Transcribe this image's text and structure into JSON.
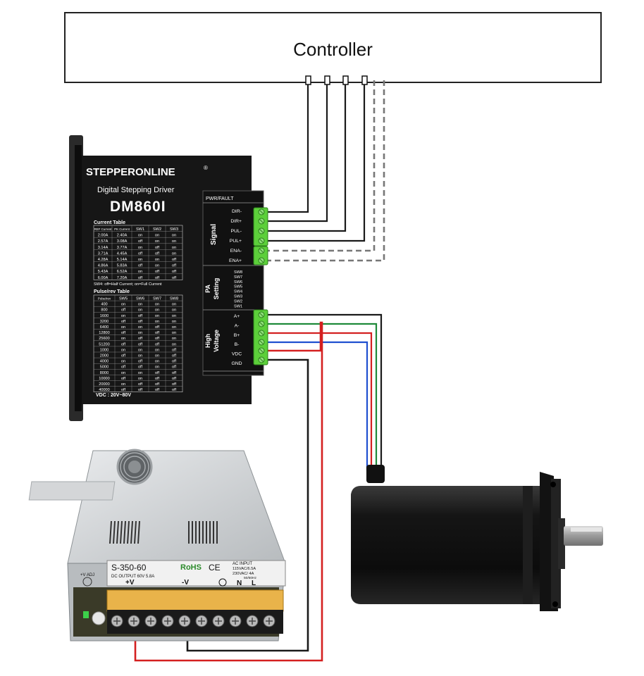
{
  "controller": {
    "label": "Controller"
  },
  "driver": {
    "brand": "STEPPERONLINE",
    "registered": "®",
    "subtitle": "Digital Stepping Driver",
    "model": "DM860I",
    "current_table_title": "Current Table",
    "current_headers": [
      "REF Current",
      "PK Current",
      "SW1",
      "SW2",
      "SW3"
    ],
    "current_rows": [
      [
        "2.00A",
        "2.40A",
        "on",
        "on",
        "on"
      ],
      [
        "2.57A",
        "3.08A",
        "off",
        "on",
        "on"
      ],
      [
        "3.14A",
        "3.77A",
        "on",
        "off",
        "on"
      ],
      [
        "3.71A",
        "4.45A",
        "off",
        "off",
        "on"
      ],
      [
        "4.28A",
        "5.14A",
        "on",
        "on",
        "off"
      ],
      [
        "4.86A",
        "5.83A",
        "off",
        "on",
        "off"
      ],
      [
        "5.43A",
        "6.52A",
        "on",
        "off",
        "off"
      ],
      [
        "6.00A",
        "7.20A",
        "off",
        "off",
        "off"
      ]
    ],
    "sw4_note": "SW4: off=Half Current; on=Full Current",
    "pulse_table_title": "Pulse/rev Table",
    "pulse_headers": [
      "Pulse/rev",
      "SW5",
      "SW6",
      "SW7",
      "SW8"
    ],
    "pulse_rows": [
      [
        "400",
        "on",
        "on",
        "on",
        "on"
      ],
      [
        "800",
        "off",
        "on",
        "on",
        "on"
      ],
      [
        "1600",
        "on",
        "off",
        "on",
        "on"
      ],
      [
        "3200",
        "off",
        "off",
        "on",
        "on"
      ],
      [
        "6400",
        "on",
        "on",
        "off",
        "on"
      ],
      [
        "12800",
        "off",
        "on",
        "off",
        "on"
      ],
      [
        "25600",
        "on",
        "off",
        "off",
        "on"
      ],
      [
        "51200",
        "off",
        "off",
        "off",
        "on"
      ],
      [
        "1000",
        "on",
        "on",
        "on",
        "off"
      ],
      [
        "2000",
        "off",
        "on",
        "on",
        "off"
      ],
      [
        "4000",
        "on",
        "off",
        "on",
        "off"
      ],
      [
        "5000",
        "off",
        "off",
        "on",
        "off"
      ],
      [
        "8000",
        "on",
        "on",
        "off",
        "off"
      ],
      [
        "10000",
        "off",
        "on",
        "off",
        "off"
      ],
      [
        "20000",
        "on",
        "off",
        "off",
        "off"
      ],
      [
        "40000",
        "off",
        "off",
        "off",
        "off"
      ]
    ],
    "vdc": "VDC : 20V~80V",
    "pwr_fault": "PWR/FAULT",
    "signal_label": "Signal",
    "signal_pins": [
      "DIR-",
      "DIR+",
      "PUL-",
      "PUL+",
      "ENA-",
      "ENA+"
    ],
    "pa_label_1": "PA",
    "pa_label_2": "Setting",
    "pa_switches": [
      "SW8",
      "SW7",
      "SW6",
      "SW5",
      "SW4",
      "SW3",
      "SW2",
      "SW1"
    ],
    "hv_label_1": "High",
    "hv_label_2": "Voltage",
    "hv_pins": [
      "A+",
      "A-",
      "B+",
      "B-",
      "VDC",
      "GND"
    ]
  },
  "psu": {
    "model": "S-350-60",
    "rohs": "RoHS",
    "ce": "CE",
    "dc_output": "DC OUTPUT  60V   5.8A",
    "ac_input": "AC INPUT",
    "ac_1": "115VAC/6.5A",
    "ac_2": "230VAC/   4A",
    "ac_3": "50/60Hz",
    "v_adj": "+V ADJ",
    "plus_v": "+V",
    "minus_v": "-V",
    "n": "N",
    "l": "L"
  },
  "colors": {
    "wire_black": "#1a1a1a",
    "wire_red": "#d42020",
    "wire_green": "#1f8a3a",
    "wire_blue": "#1f4fd0",
    "terminal_green": "#5ccf3a",
    "driver_body": "#161616",
    "psu_body": "#c9ccce"
  }
}
